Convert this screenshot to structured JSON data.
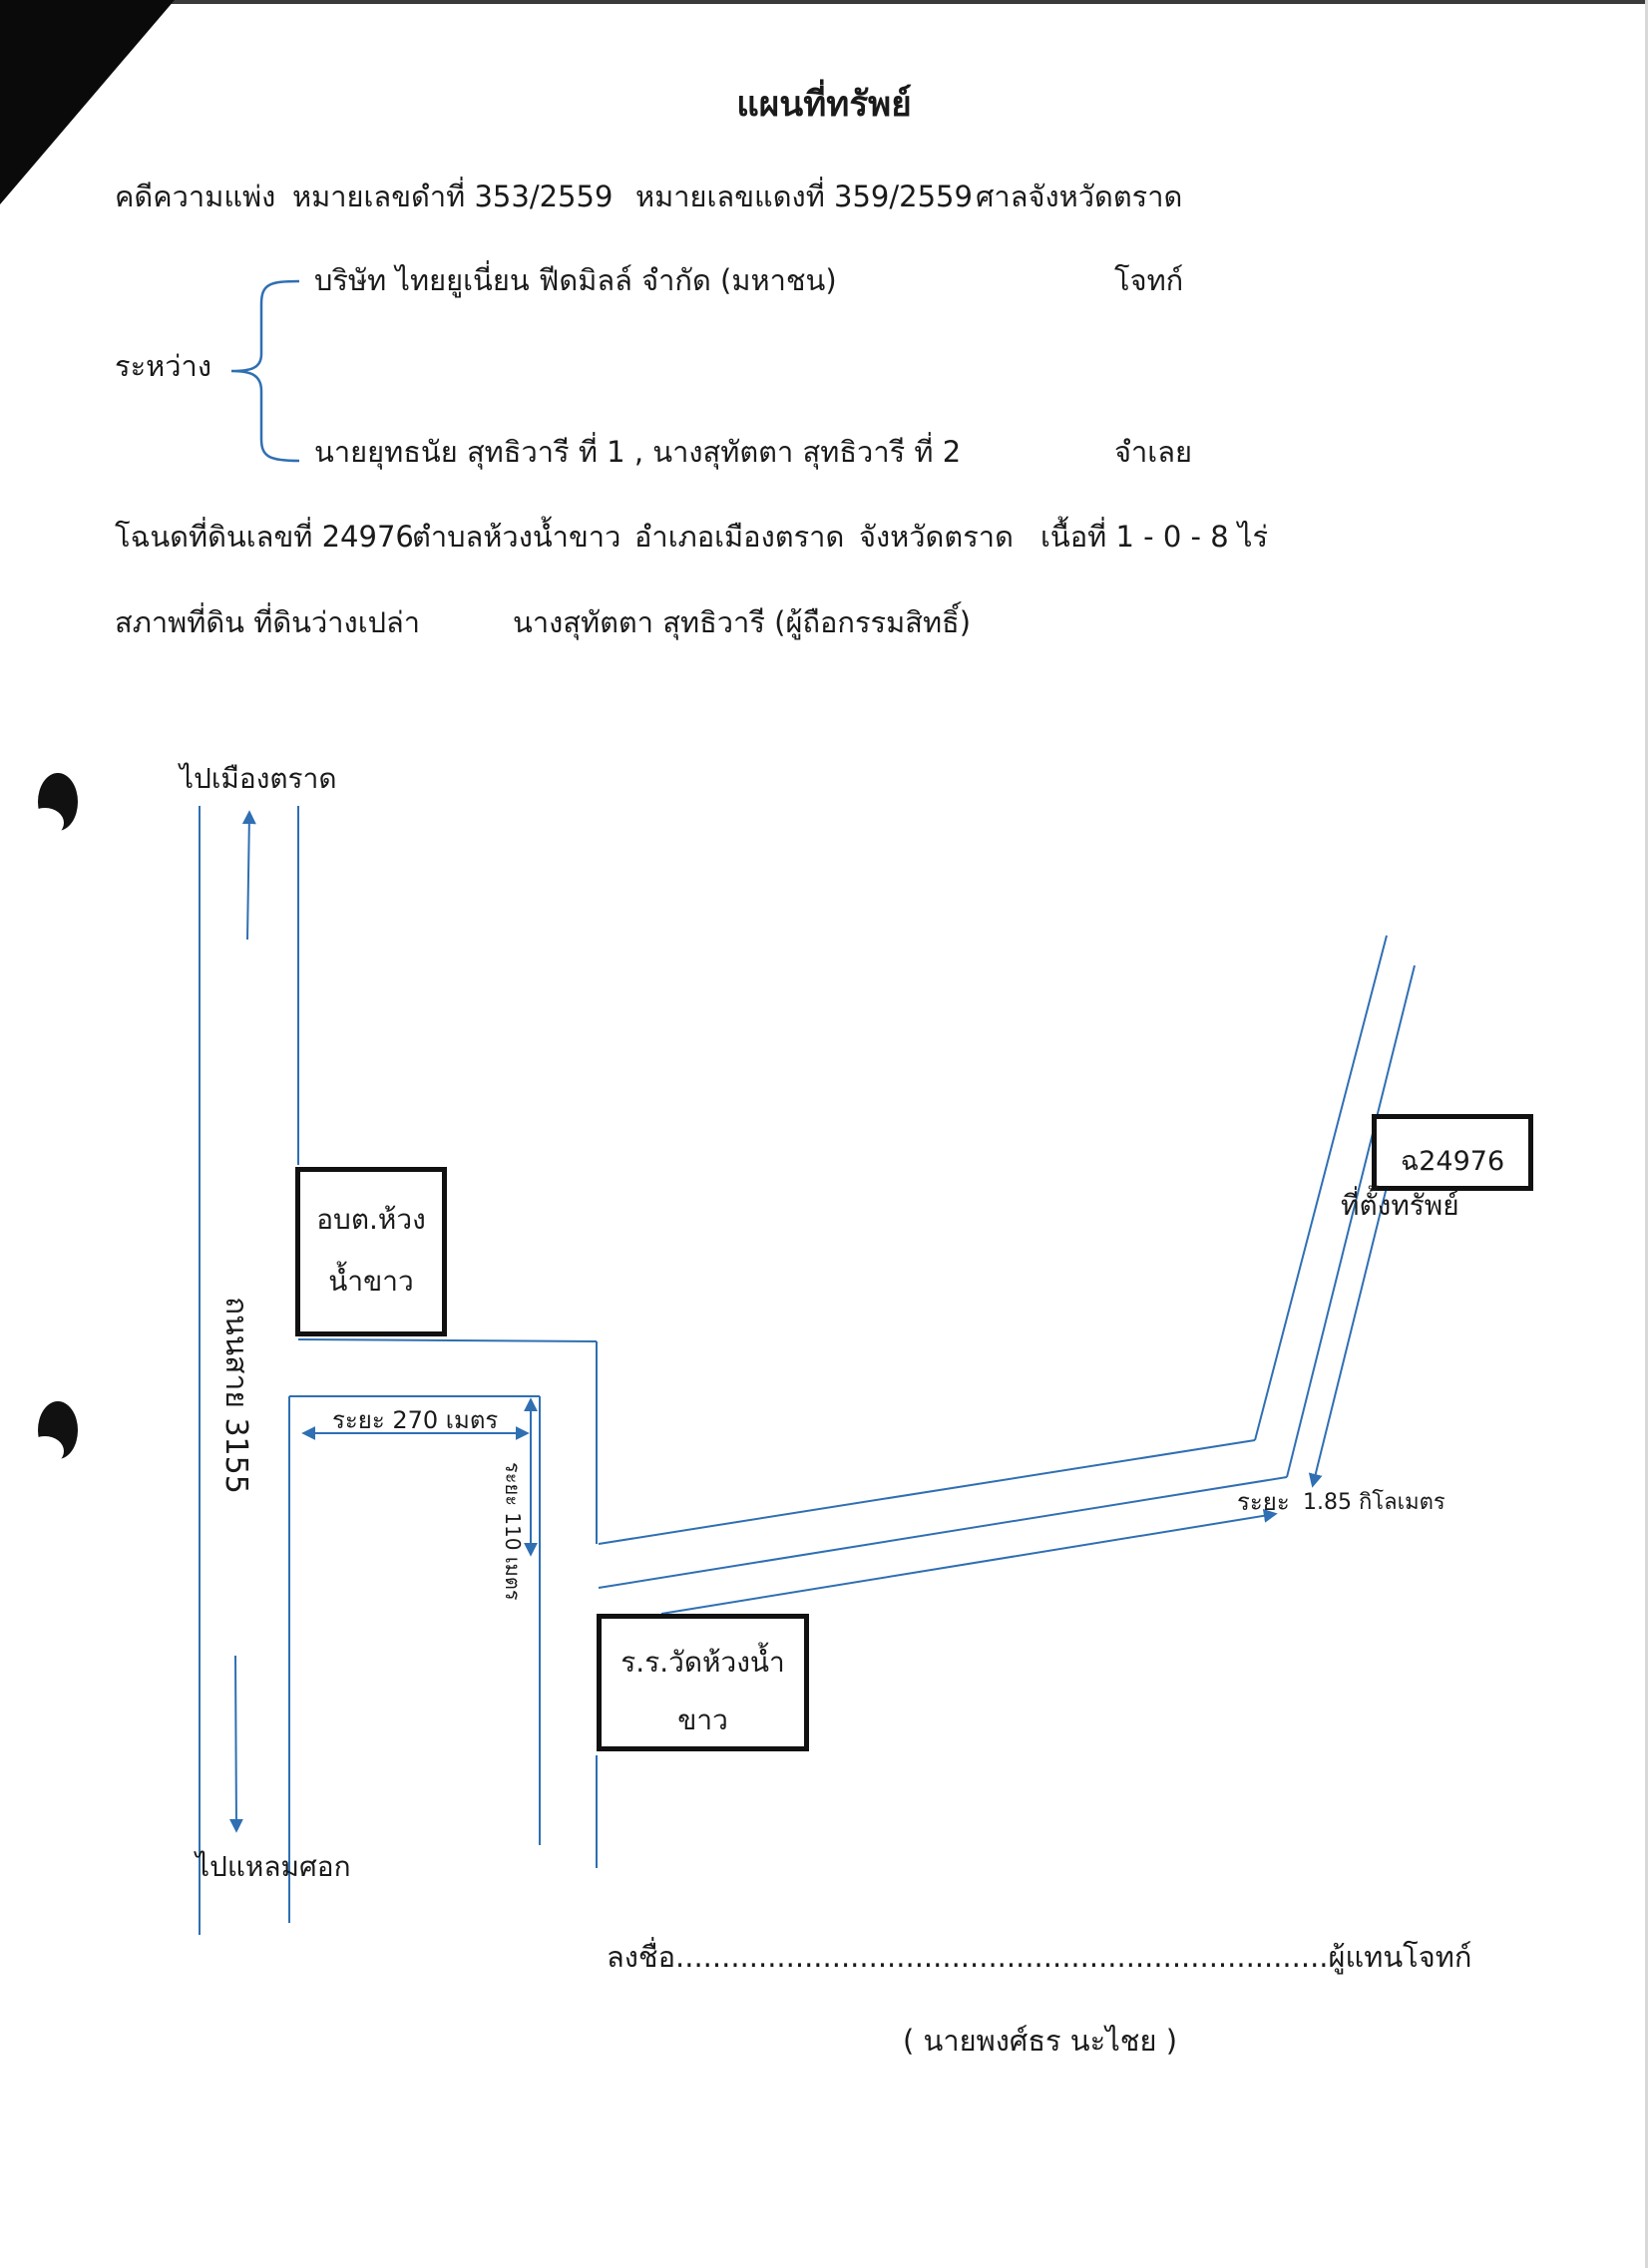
{
  "document": {
    "title": "แผนที่ทรัพย์",
    "case": {
      "type": "คดีความแพ่ง",
      "black_no": "หมายเลขดำที่  353/2559",
      "red_no": "หมายเลขแดงที่ 359/2559",
      "court": "ศาลจังหวัดตราด"
    },
    "between_label": "ระหว่าง",
    "plaintiff": {
      "name": "บริษัท ไทยยูเนี่ยน ฟีดมิลล์  จำกัด (มหาชน)",
      "role": "โจทก์"
    },
    "defendant": {
      "name": "นายยุทธนัย สุทธิวารี ที่ 1 , นางสุทัตตา  สุทธิวารี    ที่ 2",
      "role": "จำเลย"
    },
    "deed": {
      "deed_no": "โฉนดที่ดินเลขที่ 24976",
      "subdistrict": "ตำบลห้วงน้ำขาว",
      "district": "อำเภอเมืองตราด",
      "province": "จังหวัดตราด",
      "area": "เนื้อที่ 1 - 0 - 8  ไร่"
    },
    "land": {
      "condition": "สภาพที่ดิน  ที่ดินว่างเปล่า",
      "owner": "นางสุทัตตา สุทธิวารี  (ผู้ถือกรรมสิทธิ์)"
    }
  },
  "map": {
    "to_trat": "ไปเมืองตราด",
    "to_laem_sok": "ไปแหลมศอก",
    "road_name": "ถนนสาย 3155",
    "tao_office": {
      "line1": "อบต.ห้วง",
      "line2": "น้ำขาว"
    },
    "school": {
      "line1": "ร.ร.วัดห้วงน้ำ",
      "line2": "ขาว"
    },
    "deed_box": "ฉ24976",
    "property_location": "ที่ตั้งทรัพย์",
    "dist_270": "ระยะ  270 เมตร",
    "dist_110": "ระยะ 110 เมตร",
    "dist_185_label": "ระยะ",
    "dist_185_value": "1.85 กิโลเมตร",
    "line_color": "#2f6fb3"
  },
  "signature": {
    "sign_line": "ลงชื่อ.......................................................................ผู้แทนโจทก์",
    "name": "( นายพงศ์ธร  นะไชย )"
  }
}
